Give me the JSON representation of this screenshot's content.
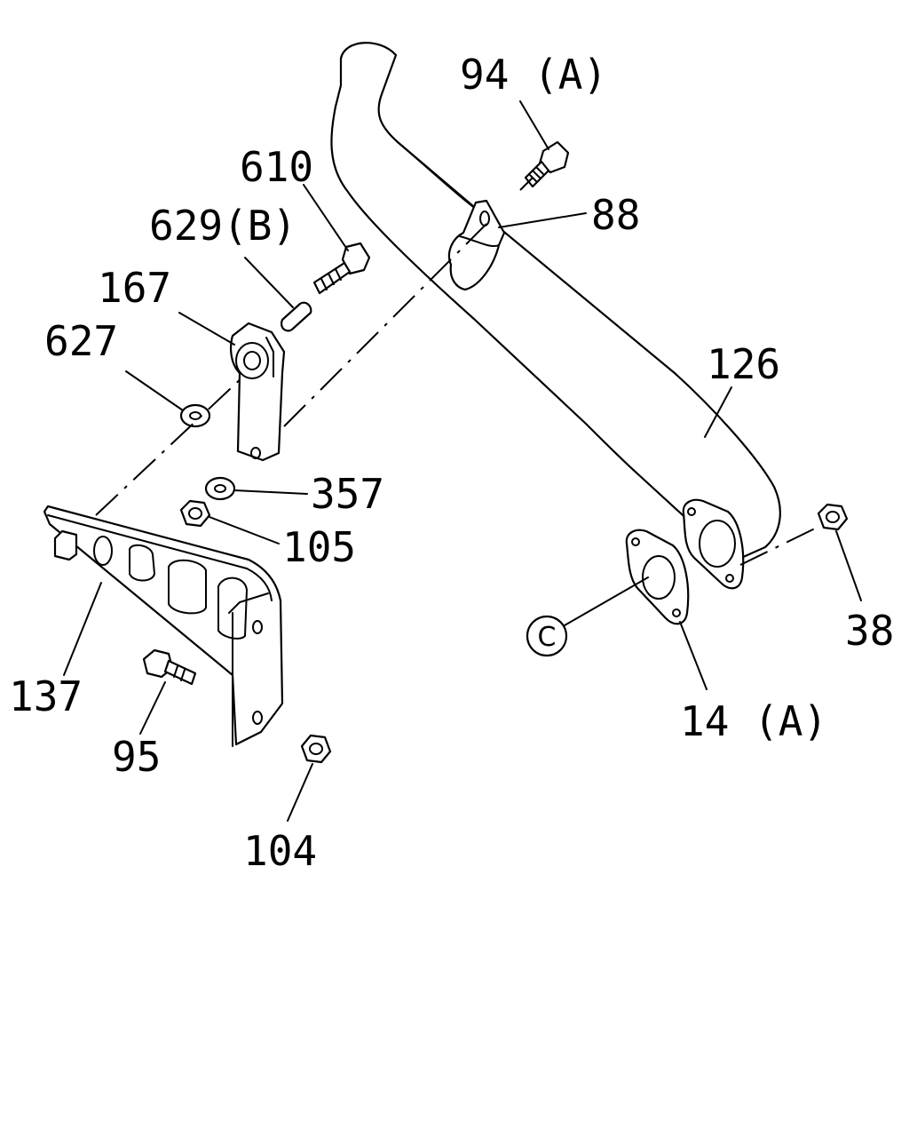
{
  "callouts": {
    "c94a": "94 (A)",
    "c610": "610",
    "c629b": "629(B)",
    "c88": "88",
    "c167": "167",
    "c627": "627",
    "c126": "126",
    "c357": "357",
    "c105": "105",
    "c38": "38",
    "c137": "137",
    "c95": "95",
    "c14a": "14 (A)",
    "c104": "104"
  },
  "reference_marker": "C"
}
